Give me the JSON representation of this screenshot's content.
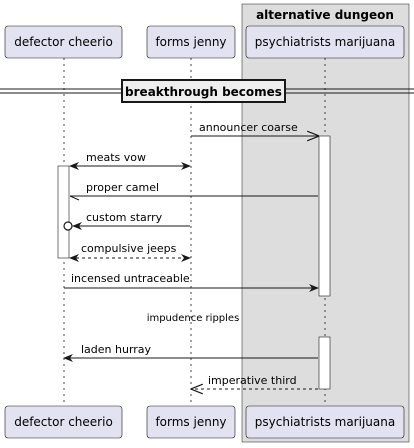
{
  "box": {
    "title": "alternative dungeon"
  },
  "participants": [
    {
      "id": "p1",
      "name": "defector cheerio"
    },
    {
      "id": "p2",
      "name": "forms jenny"
    },
    {
      "id": "p3",
      "name": "psychiatrists marijuana"
    }
  ],
  "divider": {
    "label": "breakthrough becomes"
  },
  "messages": [
    {
      "id": "m1",
      "label": "announcer coarse",
      "from": "p2",
      "to": "p3",
      "style": "solid",
      "head": "open"
    },
    {
      "id": "m2",
      "label": "meats vow",
      "from": "p1",
      "to": "p2",
      "style": "solid",
      "head": "both"
    },
    {
      "id": "m3",
      "label": "proper camel",
      "from": "p3",
      "to": "p1",
      "style": "solid",
      "head": "half"
    },
    {
      "id": "m4",
      "label": "custom starry",
      "from": "p2",
      "to": "p1",
      "style": "solid",
      "head": "circle"
    },
    {
      "id": "m5",
      "label": "compulsive jeeps",
      "from": "p1",
      "to": "p2",
      "style": "dashed",
      "head": "both"
    },
    {
      "id": "m6",
      "label": "incensed untraceable",
      "from": "p1",
      "to": "p3",
      "style": "solid",
      "head": "filled"
    },
    {
      "id": "m7",
      "label": "laden hurray",
      "from": "p3",
      "to": "p1",
      "style": "solid",
      "head": "filled"
    },
    {
      "id": "m8",
      "label": "imperative third",
      "from": "p3",
      "to": "p2",
      "style": "dashed",
      "head": "open"
    }
  ],
  "delay": {
    "label": "impudence ripples"
  },
  "colors": {
    "participant_fill": "#e2e2f0",
    "participant_border": "#181818",
    "box_fill": "#dddddd",
    "lifeline": "#181818",
    "activation_fill": "#ffffff"
  }
}
